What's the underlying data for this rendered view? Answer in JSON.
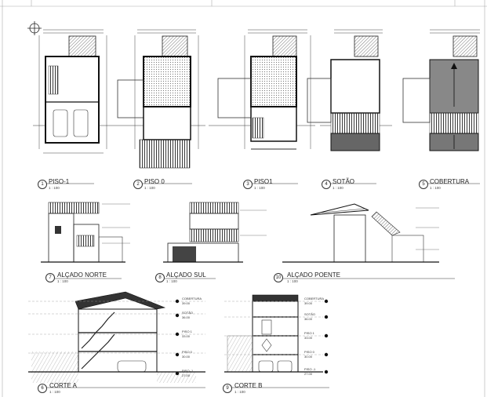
{
  "views": [
    {
      "num": "1",
      "title": "PISO-1",
      "scale": "1 : 100"
    },
    {
      "num": "2",
      "title": "PISO 0",
      "scale": "1 : 100"
    },
    {
      "num": "3",
      "title": "PISO1",
      "scale": "1 : 100"
    },
    {
      "num": "4",
      "title": "SOTÃO",
      "scale": "1 : 100"
    },
    {
      "num": "5",
      "title": "COBERTURA",
      "scale": "1 : 100"
    },
    {
      "num": "7",
      "title": "ALÇADO NORTE",
      "scale": "1 : 100"
    },
    {
      "num": "8",
      "title": "ALÇADO SUL",
      "scale": "1 : 100"
    },
    {
      "num": "10",
      "title": "ALÇADO POENTE",
      "scale": "1 : 100"
    },
    {
      "num": "6",
      "title": "CORTE A",
      "scale": "1 : 100"
    },
    {
      "num": "9",
      "title": "CORTE B",
      "scale": "1 : 100"
    }
  ],
  "levels_corte_a": [
    {
      "name": "COBERTURA",
      "value": "39.00"
    },
    {
      "name": "SOTÃO",
      "value": "36.00"
    },
    {
      "name": "PISO 1",
      "value": "33.00"
    },
    {
      "name": "PISO 0",
      "value": "30.00"
    },
    {
      "name": "PISO -1",
      "value": "27.00"
    }
  ],
  "levels_corte_b": [
    {
      "name": "COBERTURA",
      "value": "39.00"
    },
    {
      "name": "SOTÃO",
      "value": "36.00"
    },
    {
      "name": "PISO 1",
      "value": "33.00"
    },
    {
      "name": "PISO 0",
      "value": "30.00"
    },
    {
      "name": "PISO -1",
      "value": "27.00"
    }
  ]
}
